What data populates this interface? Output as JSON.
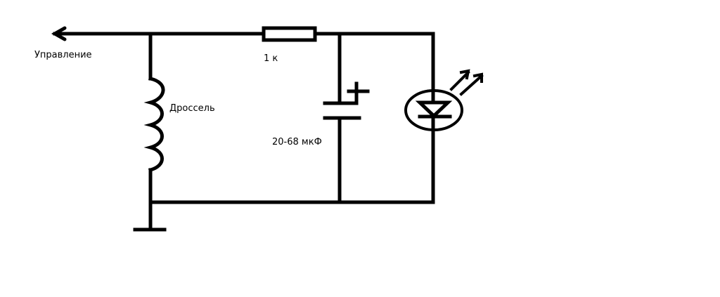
{
  "labels": {
    "control": "Управление",
    "resistor": "1 к",
    "inductor": "Дроссель",
    "capacitor": "20-68 мкФ"
  },
  "colors": {
    "ink": "#000000",
    "background": "#ffffff"
  }
}
